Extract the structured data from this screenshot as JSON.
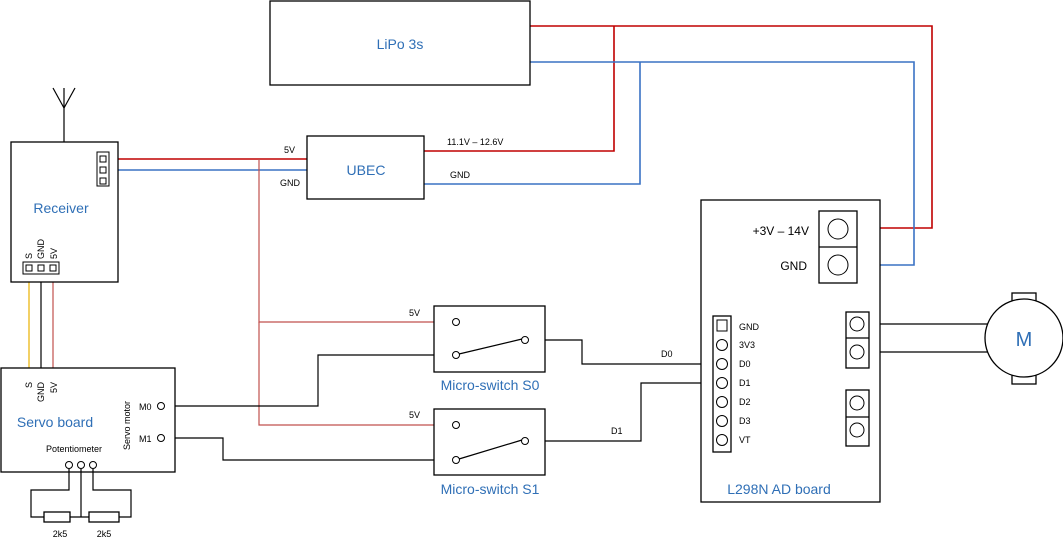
{
  "lipo": {
    "title": "LiPo 3s"
  },
  "ubec": {
    "title": "UBEC",
    "in_voltage": "11.1V – 12.6V",
    "in_gnd": "GND",
    "out_5v": "5V",
    "out_gnd": "GND"
  },
  "receiver": {
    "title": "Receiver",
    "pin_s": "S",
    "pin_gnd": "GND",
    "pin_5v": "5V"
  },
  "servo_board": {
    "title": "Servo board",
    "pin_s": "S",
    "pin_gnd": "GND",
    "pin_5v": "5V",
    "servo_motor": "Servo motor",
    "m0": "M0",
    "m1": "M1",
    "potentiometer": "Potentiometer",
    "resistor_left": "2k5",
    "resistor_right": "2k5"
  },
  "switch_s0": {
    "title": "Micro-switch S0",
    "supply": "5V",
    "signal": "D0"
  },
  "switch_s1": {
    "title": "Micro-switch S1",
    "supply": "5V",
    "signal": "D1"
  },
  "l298n": {
    "title": "L298N AD board",
    "power_pos": "+3V – 14V",
    "power_gnd": "GND",
    "pins": [
      "GND",
      "3V3",
      "D0",
      "D1",
      "D2",
      "D3",
      "VT"
    ]
  },
  "motor": {
    "label": "M"
  },
  "colors": {
    "title_blue": "#2f6fb6",
    "power_red": "#c00000",
    "ground_blue": "#3a72c4",
    "servo_signal_yellow": "#e8b000"
  }
}
